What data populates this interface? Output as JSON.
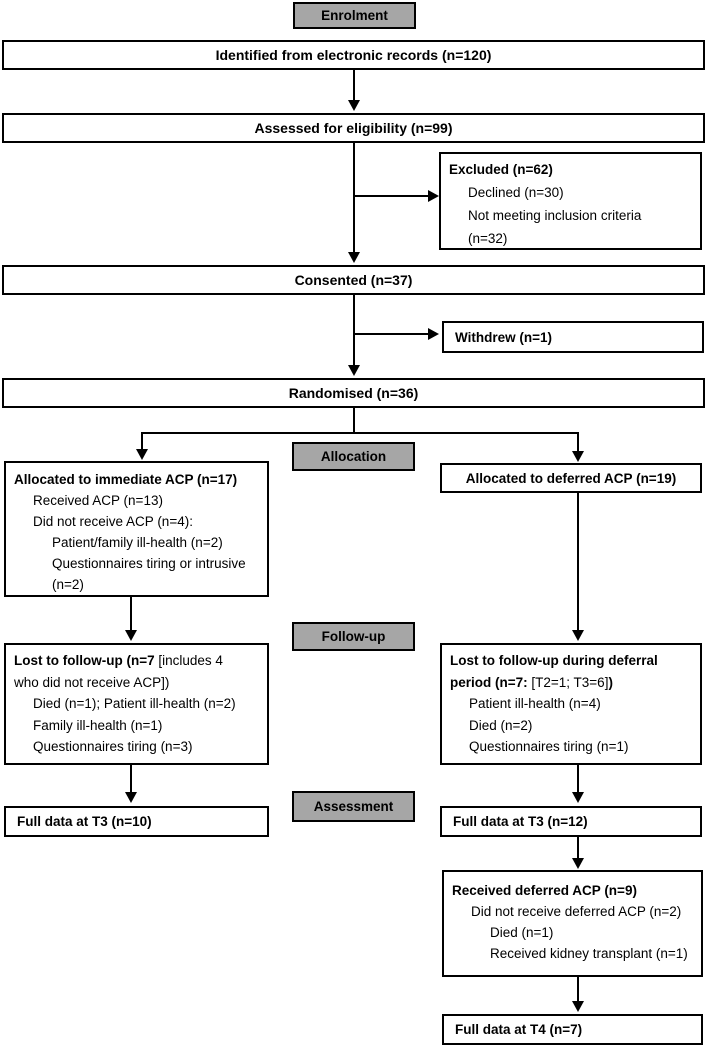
{
  "title": "CONSORT participant flow diagram",
  "colors": {
    "stage_fill": "#a6a6a6",
    "box_border": "#000000",
    "background": "#ffffff"
  },
  "stages": {
    "enrolment": "Enrolment",
    "allocation": "Allocation",
    "followup": "Follow-up",
    "assessment": "Assessment"
  },
  "boxes": {
    "identified": {
      "text": "Identified from electronic records (n=120)"
    },
    "assessed": {
      "text": "Assessed for eligibility (n=99)"
    },
    "excluded": {
      "lines": [
        {
          "bold": "Excluded (n=62)",
          "rest": ""
        },
        {
          "bold": "",
          "rest": "Declined (n=30)"
        },
        {
          "bold": "",
          "rest": "Not meeting inclusion criteria"
        },
        {
          "bold": "",
          "rest": "(n=32)"
        }
      ]
    },
    "consented": {
      "text": "Consented (n=37)"
    },
    "withdrew": {
      "text": "Withdrew (n=1)"
    },
    "randomised": {
      "text": "Randomised (n=36)"
    },
    "allocated_immediate": {
      "lines": [
        {
          "bold": "Allocated to immediate ACP (n=17)",
          "rest": ""
        },
        {
          "bold": "",
          "rest": "Received ACP (n=13)"
        },
        {
          "bold": "",
          "rest": "Did not receive ACP (n=4):"
        },
        {
          "bold": "",
          "rest": "Patient/family ill-health (n=2)"
        },
        {
          "bold": "",
          "rest": "Questionnaires tiring or intrusive"
        },
        {
          "bold": "",
          "rest": "(n=2)"
        }
      ]
    },
    "allocated_deferred": {
      "text": "Allocated to deferred ACP (n=19)"
    },
    "lost_immediate": {
      "lines": [
        {
          "bold": "Lost to follow-up (n=7",
          "rest": " [includes 4"
        },
        {
          "bold": "",
          "rest": "who did not receive ACP])"
        },
        {
          "bold": "",
          "rest": "Died (n=1); Patient ill-health (n=2)"
        },
        {
          "bold": "",
          "rest": "Family ill-health (n=1)"
        },
        {
          "bold": "",
          "rest": "Questionnaires tiring (n=3)"
        }
      ]
    },
    "lost_deferred": {
      "lines": [
        {
          "bold": "Lost to follow-up during deferral",
          "rest": ""
        },
        {
          "bold": "period (n=7:",
          "rest": " [T2=1; T3=6]",
          "bold2": ")"
        },
        {
          "bold": "",
          "rest": "Patient ill-health (n=4)"
        },
        {
          "bold": "",
          "rest": "Died (n=2)"
        },
        {
          "bold": "",
          "rest": "Questionnaires tiring (n=1)"
        }
      ]
    },
    "full_t3_immediate": {
      "text": "Full data at T3 (n=10)"
    },
    "full_t3_deferred": {
      "text": "Full data at T3 (n=12)"
    },
    "received_deferred": {
      "lines": [
        {
          "bold": "Received deferred ACP (n=9)",
          "rest": ""
        },
        {
          "bold": "",
          "rest": "Did not receive deferred ACP (n=2)"
        },
        {
          "bold": "",
          "rest": "Died (n=1)"
        },
        {
          "bold": "",
          "rest": "Received kidney transplant (n=1)"
        }
      ]
    },
    "full_t4": {
      "text": "Full data at T4 (n=7)"
    }
  }
}
